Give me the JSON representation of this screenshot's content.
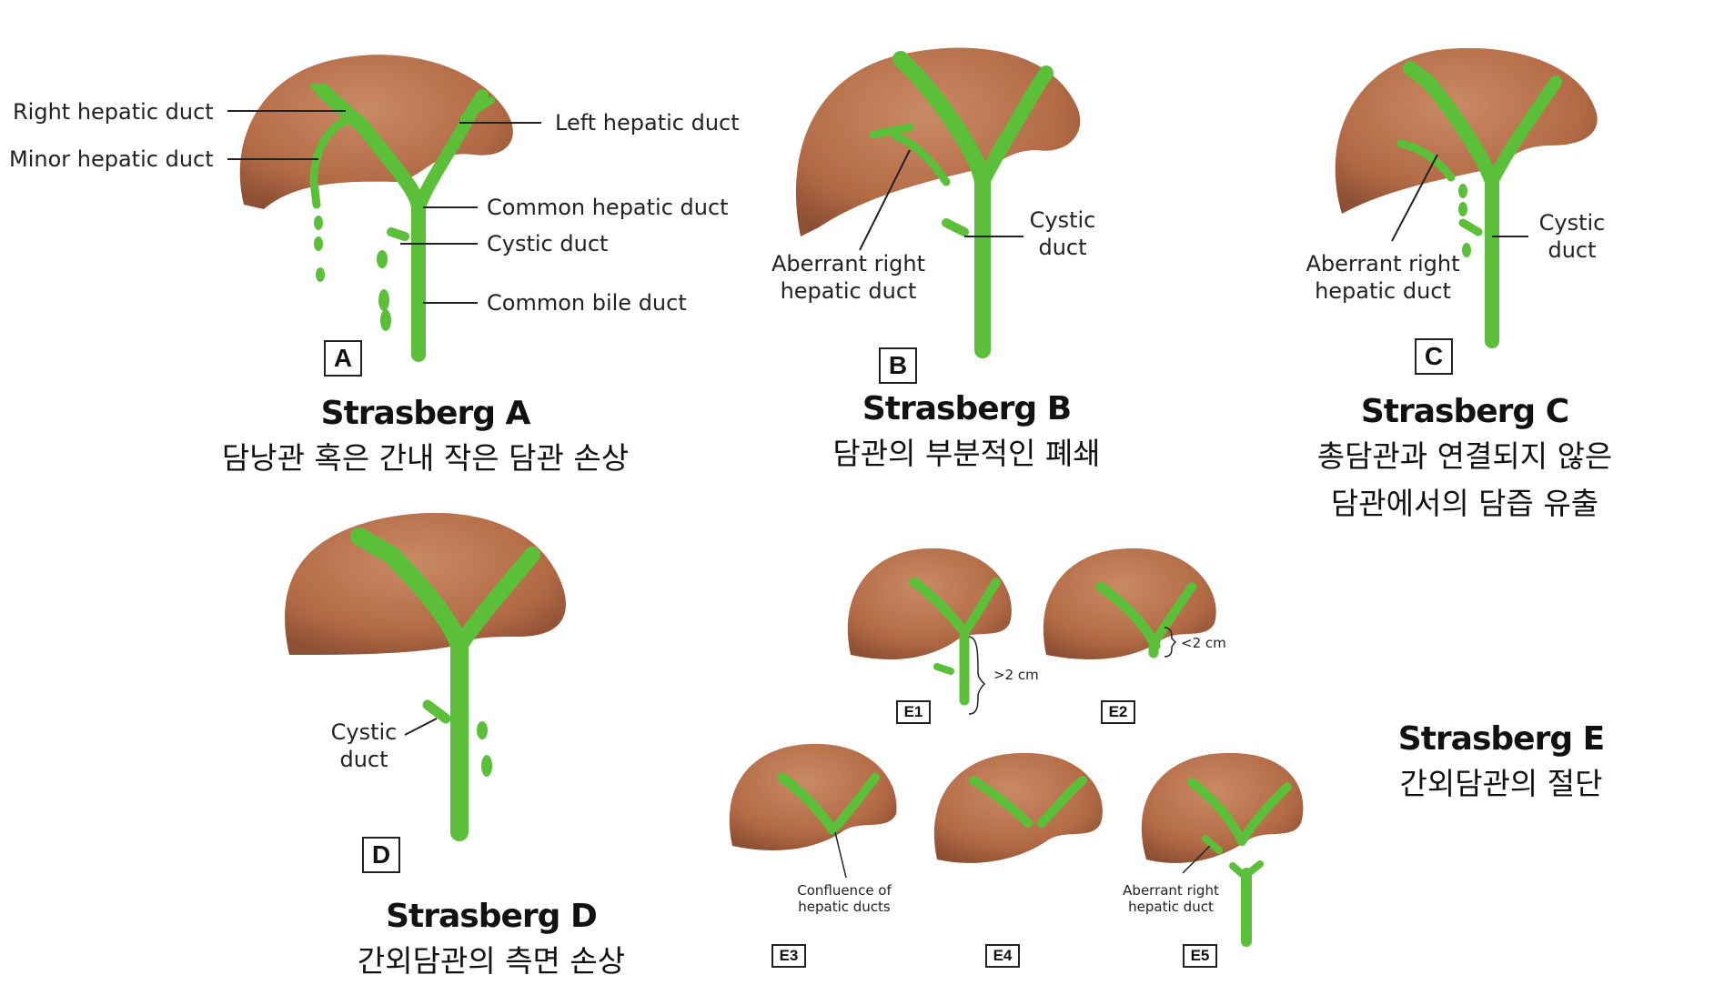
{
  "colors": {
    "liver": "#b8704a",
    "liver_dark": "#8e5034",
    "duct": "#5cbf3a",
    "duct_dark": "#3f9a25"
  },
  "panels": {
    "A": {
      "box": "A",
      "labels": {
        "right_hepatic": "Right hepatic duct",
        "minor_hepatic": "Minor hepatic duct",
        "left_hepatic": "Left hepatic duct",
        "common_hepatic": "Common hepatic duct",
        "cystic": "Cystic duct",
        "common_bile": "Common bile duct"
      },
      "title": "Strasberg A",
      "subtitle": "담낭관 혹은 간내 작은 담관 손상"
    },
    "B": {
      "box": "B",
      "labels": {
        "aberrant": "Aberrant right hepatic duct",
        "cystic": "Cystic duct"
      },
      "title": "Strasberg B",
      "subtitle": "담관의 부분적인 폐쇄"
    },
    "C": {
      "box": "C",
      "labels": {
        "aberrant": "Aberrant right hepatic duct",
        "cystic": "Cystic duct"
      },
      "title": "Strasberg C",
      "subtitle_line1": "총담관과 연결되지 않은",
      "subtitle_line2": "담관에서의 담즙 유출"
    },
    "D": {
      "box": "D",
      "labels": {
        "cystic": "Cystic duct"
      },
      "title": "Strasberg D",
      "subtitle": "간외담관의 측면 손상"
    },
    "E": {
      "boxes": {
        "e1": "E1",
        "e2": "E2",
        "e3": "E3",
        "e4": "E4",
        "e5": "E5"
      },
      "labels": {
        "gt2": ">2 cm",
        "lt2": "<2 cm",
        "confluence": "Confluence of hepatic ducts",
        "aberrant": "Aberrant right hepatic duct"
      },
      "title": "Strasberg E",
      "subtitle": "간외담관의 절단"
    }
  }
}
